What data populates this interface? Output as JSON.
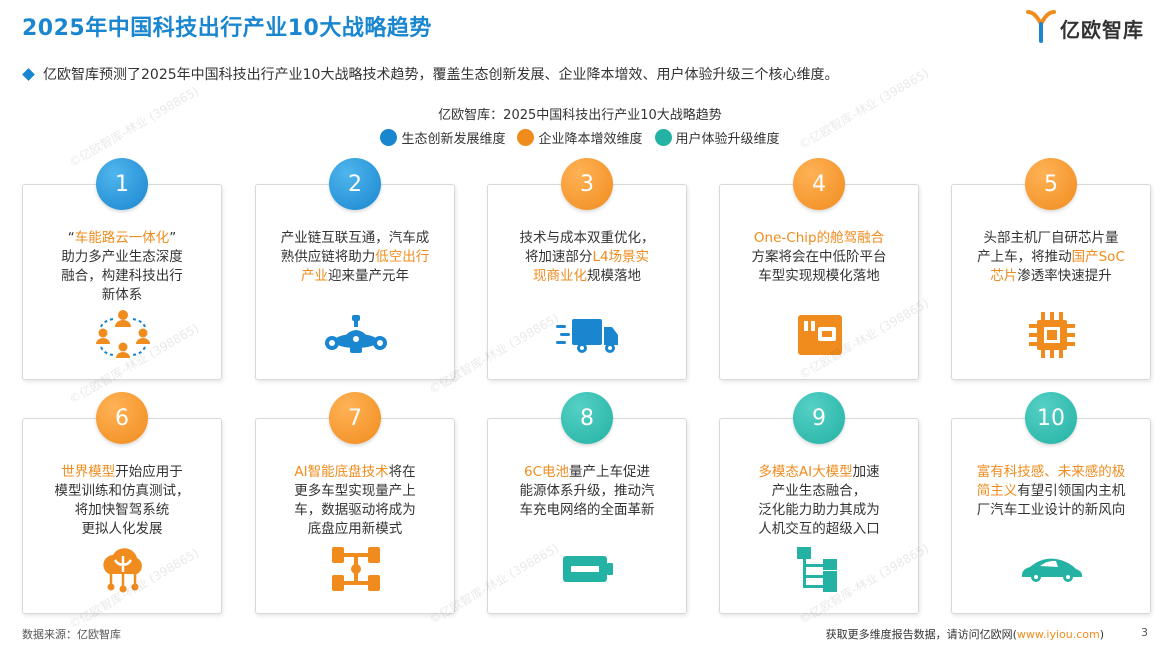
{
  "header": {
    "title": "2025年中国科技出行产业10大战略趋势",
    "logo_text": "亿欧智库"
  },
  "intro": "亿欧智库预测了2025年中国科技出行产业10大战略技术趋势，覆盖生态创新发展、企业降本增效、用户体验升级三个核心维度。",
  "chart_title": "亿欧智库：2025中国科技出行产业10大战略趋势",
  "legend": [
    {
      "label": "生态创新发展维度",
      "color": "#1a86d0"
    },
    {
      "label": "企业降本增效维度",
      "color": "#f08c1e"
    },
    {
      "label": "用户体验升级维度",
      "color": "#23b2a4"
    }
  ],
  "cards": [
    {
      "number": "1",
      "parts": [
        {
          "t": "“",
          "h": false
        },
        {
          "t": "车能路云一体化",
          "h": true
        },
        {
          "t": "”\n助力多产业生态深度\n融合，构建科技出行\n新体系",
          "h": false
        }
      ],
      "icon": "network-people-icon"
    },
    {
      "number": "2",
      "parts": [
        {
          "t": "产业链互联互通，汽车成\n熟供应链将助力",
          "h": false
        },
        {
          "t": "低空出行\n产业",
          "h": true
        },
        {
          "t": "迎来量产元年",
          "h": false
        }
      ],
      "icon": "flying-car-icon"
    },
    {
      "number": "3",
      "parts": [
        {
          "t": "技术与成本双重优化，\n将加速部分",
          "h": false
        },
        {
          "t": "L4场景实\n现商业化",
          "h": true
        },
        {
          "t": "规模落地",
          "h": false
        }
      ],
      "icon": "fast-truck-icon"
    },
    {
      "number": "4",
      "parts": [
        {
          "t": "One-Chip的舱驾融合",
          "h": true
        },
        {
          "t": "\n方案将会在中低阶平台\n车型实现规模化落地",
          "h": false
        }
      ],
      "icon": "chip-card-icon"
    },
    {
      "number": "5",
      "parts": [
        {
          "t": "头部主机厂自研芯片量\n产上车，将推动",
          "h": false
        },
        {
          "t": "国产SoC\n芯片",
          "h": true
        },
        {
          "t": "渗透率快速提升",
          "h": false
        }
      ],
      "icon": "processor-chip-icon"
    },
    {
      "number": "6",
      "parts": [
        {
          "t": "世界模型",
          "h": true
        },
        {
          "t": "开始应用于\n模型训练和仿真测试，\n将加快智驾系统\n更拟人化发展",
          "h": false
        }
      ],
      "icon": "cloud-brain-icon"
    },
    {
      "number": "7",
      "parts": [
        {
          "t": "AI智能底盘技术",
          "h": true
        },
        {
          "t": "将在\n更多车型实现量产上\n车，数据驱动将成为\n底盘应用新模式",
          "h": false
        }
      ],
      "icon": "chassis-icon"
    },
    {
      "number": "8",
      "parts": [
        {
          "t": "6C电池",
          "h": true
        },
        {
          "t": "量产上车促进\n能源体系升级，推动汽\n车充电网络的全面革新",
          "h": false
        }
      ],
      "icon": "battery-icon"
    },
    {
      "number": "9",
      "parts": [
        {
          "t": "多模态AI大模型",
          "h": true
        },
        {
          "t": "加速\n产业生态融合，\n泛化能力助力其成为\n人机交互的超级入口",
          "h": false
        }
      ],
      "icon": "hierarchy-icon"
    },
    {
      "number": "10",
      "parts": [
        {
          "t": "富有科技感、未来感的极\n简主义",
          "h": true
        },
        {
          "t": "有望引领国内主机\n厂汽车工业设计的新风向",
          "h": false
        }
      ],
      "icon": "sports-car-icon"
    }
  ],
  "card_colors": [
    "blue",
    "blue",
    "orange",
    "orange",
    "orange",
    "orange",
    "orange",
    "teal",
    "teal",
    "teal"
  ],
  "source": "数据来源：亿欧智库",
  "footer": {
    "text": "获取更多维度报告数据，请访问亿欧网",
    "link_open": "(",
    "link": "www.iyiou.com",
    "link_close": ")"
  },
  "page_number": "3",
  "watermark": "©亿欧智库-林业 (398865)"
}
